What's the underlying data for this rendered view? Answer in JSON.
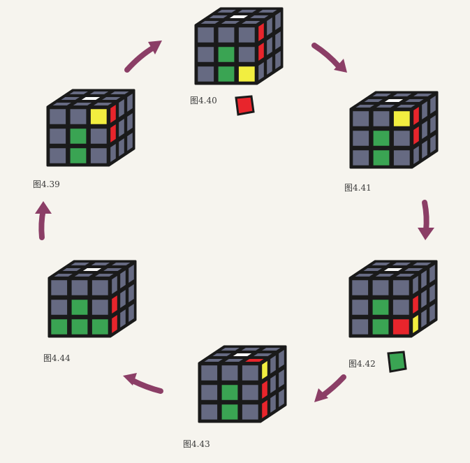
{
  "colors": {
    "gray": "#666a82",
    "white": "#ffffff",
    "yellow": "#f2ee40",
    "red": "#e8252c",
    "green": "#3aa453",
    "arrow": "#8b3e66",
    "outline": "#1a1a1a",
    "background": "#f6f4ee"
  },
  "figures": [
    {
      "caption": "图4.39",
      "top": [
        "gray",
        "gray",
        "gray",
        "gray",
        "white",
        "gray",
        "gray",
        "gray",
        "gray"
      ],
      "front": [
        "gray",
        "gray",
        "yellow",
        "gray",
        "green",
        "gray",
        "gray",
        "green",
        "gray"
      ],
      "right": [
        "red",
        "gray",
        "gray",
        "red",
        "gray",
        "gray",
        "gray",
        "gray",
        "gray"
      ]
    },
    {
      "caption": "图4.40",
      "top": [
        "gray",
        "gray",
        "gray",
        "gray",
        "white",
        "gray",
        "gray",
        "gray",
        "gray"
      ],
      "front": [
        "gray",
        "gray",
        "gray",
        "gray",
        "green",
        "gray",
        "gray",
        "green",
        "yellow"
      ],
      "right": [
        "red",
        "gray",
        "gray",
        "red",
        "gray",
        "gray",
        "gray",
        "gray",
        "gray"
      ],
      "loose": "red"
    },
    {
      "caption": "图4.41",
      "top": [
        "gray",
        "gray",
        "gray",
        "gray",
        "white",
        "gray",
        "gray",
        "gray",
        "gray"
      ],
      "front": [
        "gray",
        "gray",
        "yellow",
        "gray",
        "green",
        "gray",
        "gray",
        "green",
        "gray"
      ],
      "right": [
        "red",
        "gray",
        "gray",
        "red",
        "gray",
        "gray",
        "gray",
        "gray",
        "gray"
      ]
    },
    {
      "caption": "图4.42",
      "top": [
        "gray",
        "gray",
        "gray",
        "gray",
        "white",
        "gray",
        "gray",
        "gray",
        "gray"
      ],
      "front": [
        "gray",
        "gray",
        "gray",
        "gray",
        "green",
        "gray",
        "gray",
        "green",
        "red"
      ],
      "right": [
        "gray",
        "gray",
        "gray",
        "red",
        "gray",
        "gray",
        "yellow",
        "gray",
        "gray"
      ],
      "loose": "green"
    },
    {
      "caption": "图4.43",
      "top": [
        "gray",
        "gray",
        "gray",
        "gray",
        "white",
        "gray",
        "gray",
        "gray",
        "red"
      ],
      "front": [
        "gray",
        "gray",
        "gray",
        "gray",
        "green",
        "gray",
        "gray",
        "green",
        "gray"
      ],
      "right": [
        "yellow",
        "gray",
        "gray",
        "red",
        "gray",
        "gray",
        "red",
        "gray",
        "gray"
      ]
    },
    {
      "caption": "图4.44",
      "top": [
        "gray",
        "gray",
        "gray",
        "gray",
        "white",
        "gray",
        "gray",
        "gray",
        "gray"
      ],
      "front": [
        "gray",
        "gray",
        "gray",
        "gray",
        "green",
        "gray",
        "green",
        "green",
        "green"
      ],
      "right": [
        "gray",
        "gray",
        "gray",
        "red",
        "gray",
        "gray",
        "red",
        "gray",
        "gray"
      ]
    }
  ]
}
